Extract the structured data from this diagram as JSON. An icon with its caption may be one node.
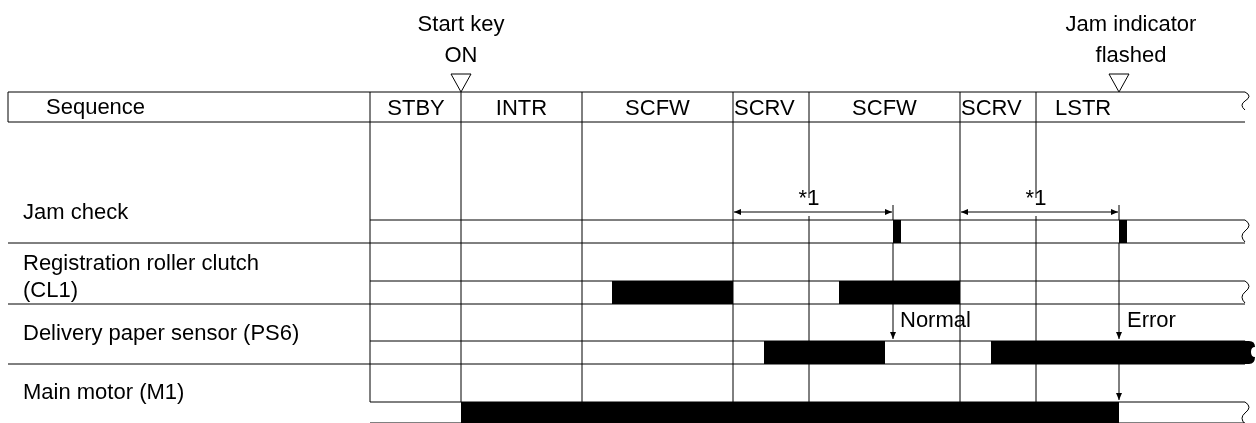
{
  "diagram": {
    "labels": [
      "Start key ON",
      "Jam indicator flashed",
      "Sequence",
      "STBY",
      "INTR",
      "SCFW",
      "SCRV",
      "SCFW",
      "SCRV",
      "LSTR",
      "*1",
      "*1",
      "Jam check",
      "Registration roller clutch (CL1)",
      "Delivery paper sensor (PS6)",
      "Normal",
      "Error",
      "Main motor (M1)"
    ]
  }
}
